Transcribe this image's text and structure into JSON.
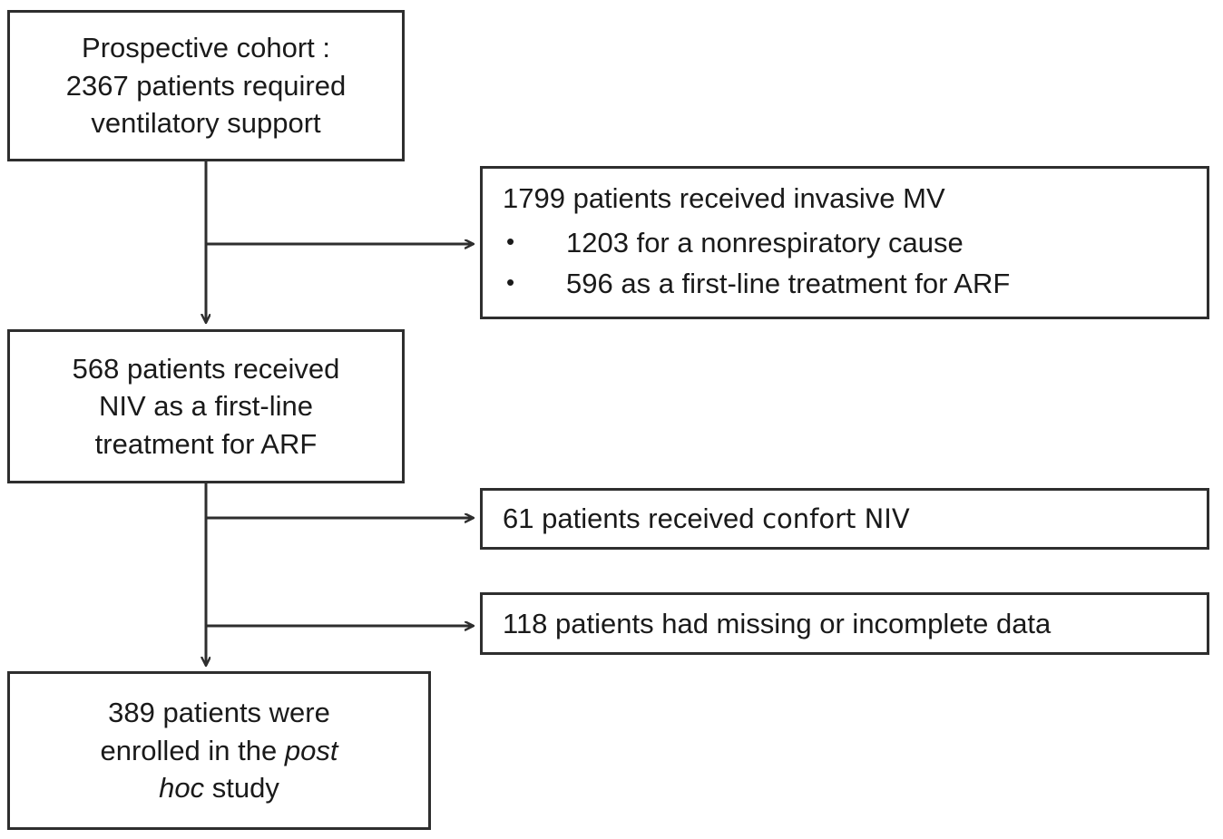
{
  "diagram": {
    "type": "flowchart",
    "orientation": "top-to-bottom with right-side exclusion branches",
    "background_color": "#ffffff",
    "line_color": "#2e2e2e",
    "text_color": "#1a1a1a"
  },
  "nodes": {
    "cohort": {
      "id": "prospective-cohort",
      "text": "Prospective cohort :\n2367 patients required\nventilatory support",
      "count": 2367,
      "align": "center"
    },
    "invasive_mv": {
      "id": "invasive-mv-excluded",
      "heading": "1799 patients received invasive MV",
      "count": 1799,
      "bullets": [
        {
          "marker": "•",
          "text": "1203 for a nonrespiratory cause",
          "count": 1203
        },
        {
          "marker": "•",
          "text": "596 as a first-line treatment for ARF",
          "count": 596
        }
      ],
      "align": "left"
    },
    "niv_first_line": {
      "id": "niv-first-line",
      "text": "568 patients received\nNIV as a first-line\ntreatment for ARF",
      "count": 568,
      "align": "center"
    },
    "comfort_niv": {
      "id": "comfort-niv-excluded",
      "text_lead": "61 patients received ",
      "text_alt": "confort NIV",
      "count": 61,
      "align": "left"
    },
    "missing_data": {
      "id": "missing-data-excluded",
      "text": "118 patients had missing or incomplete data",
      "count": 118,
      "align": "left"
    },
    "enrolled": {
      "id": "enrolled-post-hoc",
      "text_before": "389 patients were\nenrolled in the ",
      "text_italic": "post\nhoc",
      "text_after": " study",
      "count": 389,
      "align": "center"
    }
  },
  "connectors": [
    {
      "name": "cohort-to-niv",
      "kind": "arrow-down"
    },
    {
      "name": "cohort-to-invasive-mv",
      "kind": "arrow-right"
    },
    {
      "name": "niv-to-enrolled",
      "kind": "arrow-down"
    },
    {
      "name": "niv-to-comfort-niv",
      "kind": "arrow-right"
    },
    {
      "name": "niv-to-missing-data",
      "kind": "arrow-right"
    }
  ]
}
